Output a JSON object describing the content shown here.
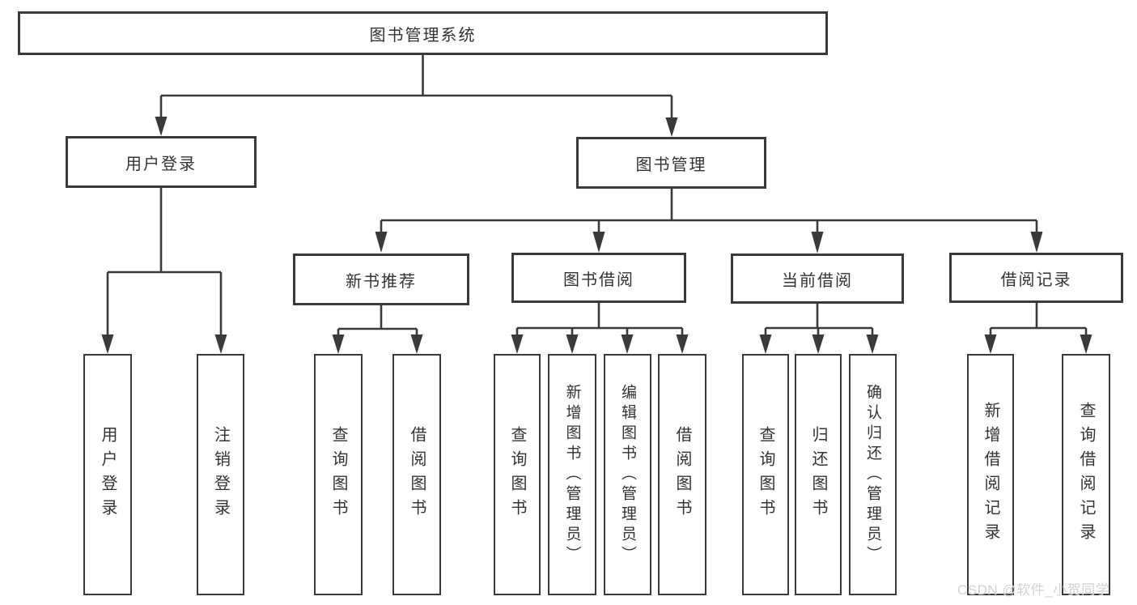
{
  "diagram": {
    "root": {
      "label": "图书管理系统"
    },
    "branches": [
      {
        "label": "用户登录",
        "children": [
          {
            "label": "用户登录"
          },
          {
            "label": "注销登录"
          }
        ]
      },
      {
        "label": "图书管理",
        "children": [
          {
            "label": "新书推荐",
            "children": [
              {
                "label": "查询图书"
              },
              {
                "label": "借阅图书"
              }
            ]
          },
          {
            "label": "图书借阅",
            "children": [
              {
                "label": "查询图书"
              },
              {
                "label": "新增图书（管理员）"
              },
              {
                "label": "编辑图书（管理员）"
              },
              {
                "label": "借阅图书"
              }
            ]
          },
          {
            "label": "当前借阅",
            "children": [
              {
                "label": "查询图书"
              },
              {
                "label": "归还图书"
              },
              {
                "label": "确认归还（管理员）"
              }
            ]
          },
          {
            "label": "借阅记录",
            "children": [
              {
                "label": "新增借阅记录"
              },
              {
                "label": "查询借阅记录"
              }
            ]
          }
        ]
      }
    ]
  },
  "watermark": {
    "text": "CSDN @软件_小贺同学"
  },
  "colors": {
    "background": "#ffffff",
    "line": "#3a3a3a",
    "box_border": "#3a3a3a",
    "text": "#333333",
    "watermark": "#d2d2d2"
  }
}
